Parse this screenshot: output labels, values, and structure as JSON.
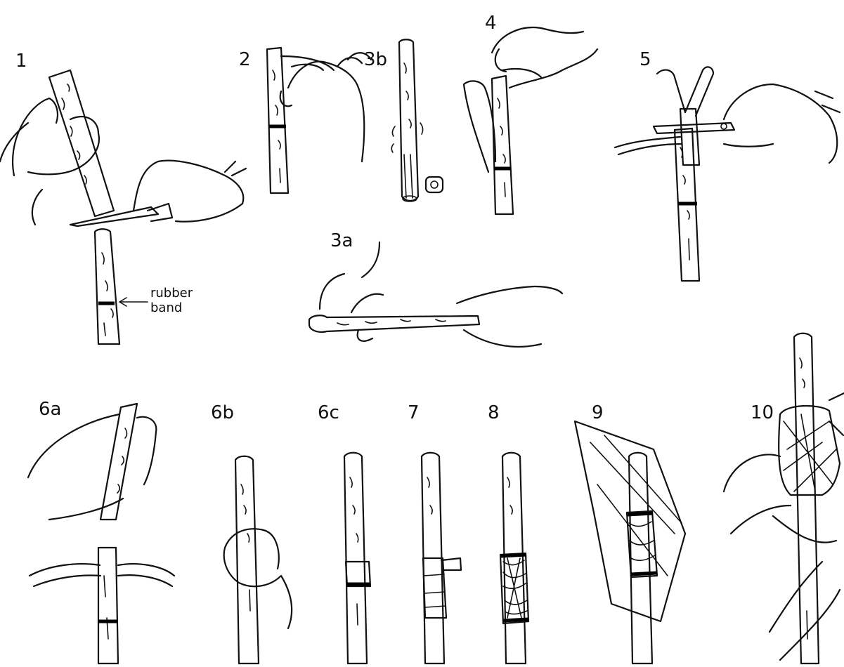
{
  "steps": {
    "s1": "1",
    "s2": "2",
    "s3b": "3b",
    "s4": "4",
    "s5": "5",
    "s3a": "3a",
    "s6a": "6a",
    "s6b": "6b",
    "s6c": "6c",
    "s7": "7",
    "s8": "8",
    "s9": "9",
    "s10": "10"
  },
  "callout": {
    "line1": "rubber",
    "line2": "band"
  }
}
